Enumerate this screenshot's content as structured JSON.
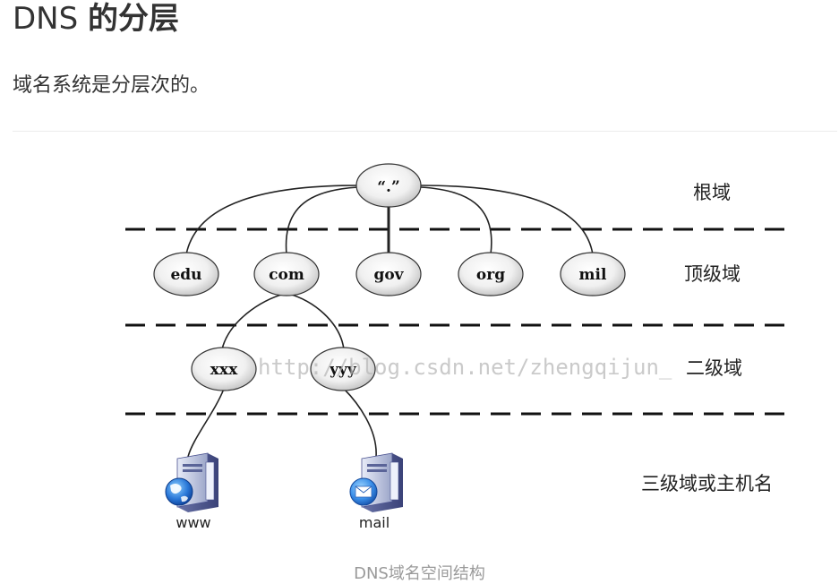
{
  "article": {
    "title_prefix": "DNS ",
    "title_bold": "的分层",
    "intro": "域名系统是分层次的。",
    "caption": "DNS域名空间结构"
  },
  "diagram": {
    "root_node": "“.”",
    "top_level_domains": [
      "edu",
      "com",
      "gov",
      "org",
      "mil"
    ],
    "second_level_domains": [
      "xxx",
      "yyy"
    ],
    "hosts": [
      {
        "label": "www",
        "icon": "web-server-icon"
      },
      {
        "label": "mail",
        "icon": "mail-server-icon"
      }
    ],
    "level_labels": {
      "root": "根域",
      "top_level": "顶级域",
      "second_level": "二级域",
      "third_level": "三级域或主机名"
    },
    "watermark": "http://blog.csdn.net/zhengqijun_"
  }
}
